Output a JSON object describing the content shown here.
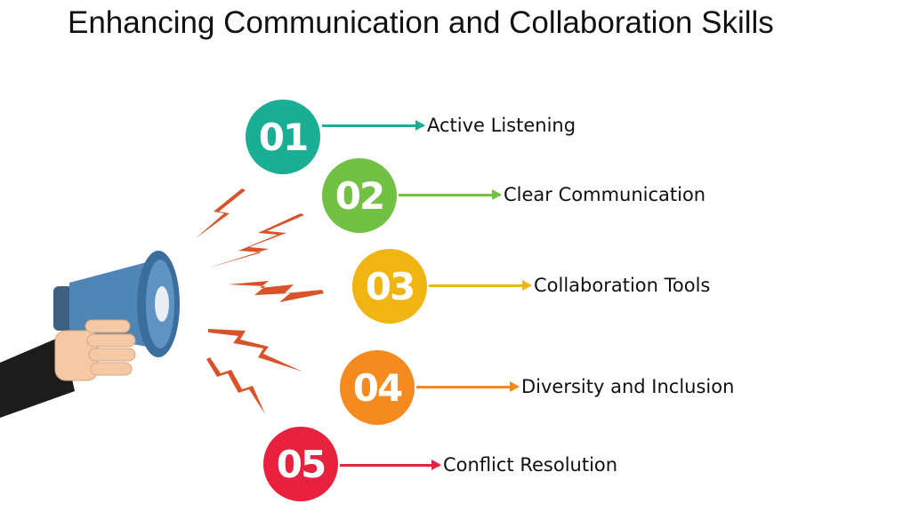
{
  "title": "Enhancing Communication and Collaboration Skills",
  "steps": [
    {
      "number": "01",
      "label": "Active Listening",
      "color": "#1aaf95"
    },
    {
      "number": "02",
      "label": "Clear Communication",
      "color": "#72c044"
    },
    {
      "number": "03",
      "label": "Collaboration Tools",
      "color": "#f0b512"
    },
    {
      "number": "04",
      "label": "Diversity and Inclusion",
      "color": "#f58a1f"
    },
    {
      "number": "05",
      "label": "Conflict Resolution",
      "color": "#e8213f"
    }
  ],
  "illustration": {
    "icon": "megaphone-icon",
    "megaphone_color": "#4f86b8",
    "lightning_color": "#d8522a",
    "sleeve_color": "#1c1c1c",
    "skin_color": "#f5c9a5"
  }
}
